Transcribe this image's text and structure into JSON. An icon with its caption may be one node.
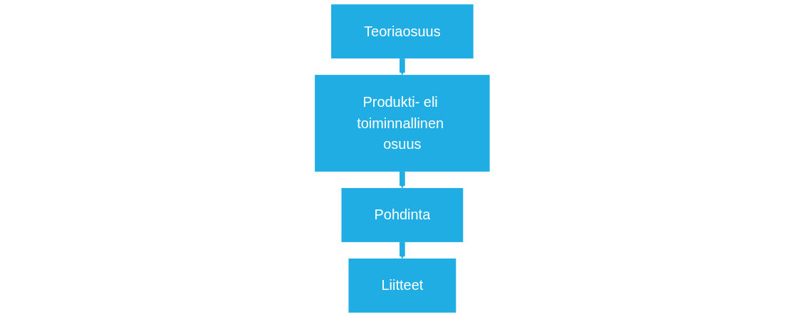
{
  "diagram": {
    "nodes": [
      {
        "text": [
          "Teoriaosuus"
        ]
      },
      {
        "text": [
          "Produkti- eli toiminnallinen osuus"
        ]
      },
      {
        "text": [
          "Pohdinta"
        ]
      },
      {
        "text": [
          "Liitteet"
        ]
      }
    ],
    "edges": [
      {
        "from": 0,
        "to": 1,
        "arrow": "to"
      },
      {
        "from": 1,
        "to": 2,
        "arrow": "to"
      },
      {
        "from": 2,
        "to": 3,
        "arrow": "to"
      }
    ]
  }
}
